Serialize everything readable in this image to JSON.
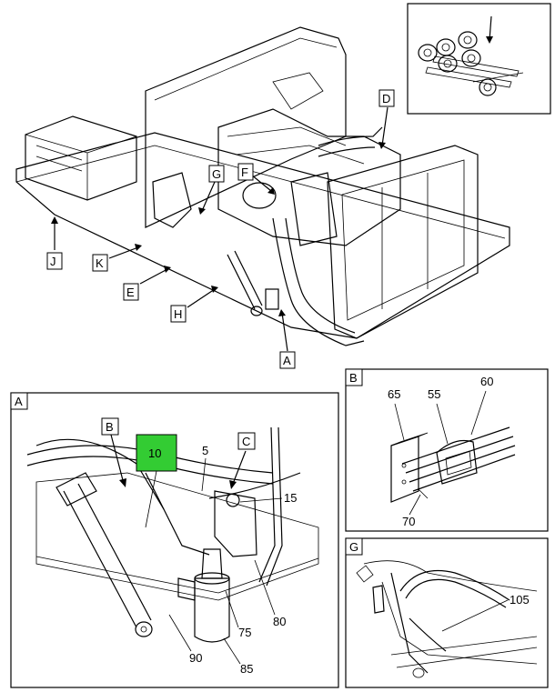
{
  "main_view": {
    "labels": {
      "J": "J",
      "K": "K",
      "E": "E",
      "H": "H",
      "G": "G",
      "F": "F",
      "D": "D",
      "A": "A"
    }
  },
  "detail_a": {
    "title": "A",
    "callout_b": "B",
    "callout_c": "C",
    "highlight": {
      "text": "10",
      "color": "#33cc33"
    },
    "parts": {
      "p5": "5",
      "p15": "15",
      "p75": "75",
      "p80": "80",
      "p85": "85",
      "p90": "90"
    }
  },
  "detail_b": {
    "title": "B",
    "parts": {
      "p65": "65",
      "p55": "55",
      "p60": "60",
      "p70": "70"
    }
  },
  "detail_g": {
    "title": "G",
    "parts": {
      "p105": "105"
    }
  }
}
